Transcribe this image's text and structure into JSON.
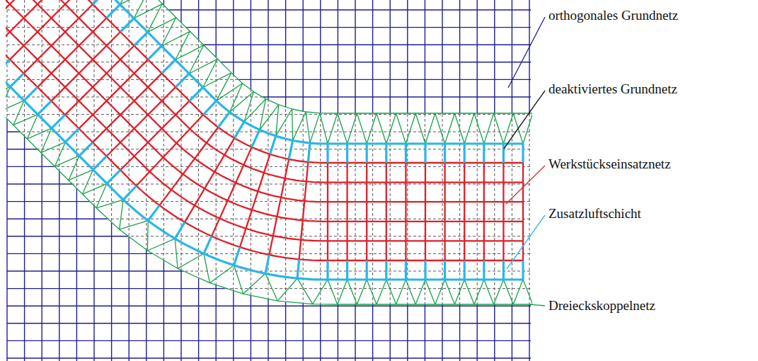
{
  "diagram": {
    "labels": [
      "orthogonales Grundnetz",
      "deaktiviertes Grundnetz",
      "Werkstückseinsatznetz",
      "Zusatzluftschicht",
      "Dreieckskoppelnetz"
    ]
  }
}
